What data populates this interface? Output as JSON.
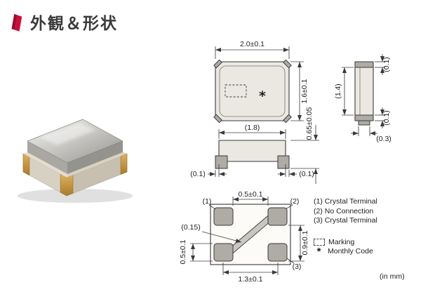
{
  "theme": {
    "accent_red": "#c8103a"
  },
  "header": {
    "title": "外観＆形状"
  },
  "views": {
    "top": {
      "width_dim": "2.0±0.1",
      "height_dim": "1.6±0.1",
      "thickness_dim": "0.65±0.05",
      "monthly_code_mark": "*"
    },
    "side": {
      "body_width_dim": "(1.8)",
      "left_margin_dim": "(0.1)",
      "right_margin_dim": "(0.1)"
    },
    "end": {
      "lid_height_dim": "(1.4)",
      "top_pad_dim": "(0.1)",
      "bottom_pad_dim": "(0.1)",
      "foot_width_dim": "(0.3)"
    },
    "bottom": {
      "pin1_label": "(1)",
      "pin2_label": "(2)",
      "pin3_label": "(3)",
      "pad_gap_dim": "0.5±0.1",
      "trace_width_dim": "(0.15)",
      "pad_height_dim": "0.5±0.1",
      "vertical_pitch_dim": "0.9±0.1",
      "horizontal_pitch_dim": "1.3±0.1"
    }
  },
  "legend": {
    "terminals": [
      "(1) Crystal Terminal",
      "(2) No Connection",
      "(3) Crystal Terminal"
    ],
    "marking_label": "Marking",
    "monthly_code_symbol": "*",
    "monthly_code_label": "Monthly Code",
    "unit_note": "(in mm)"
  }
}
